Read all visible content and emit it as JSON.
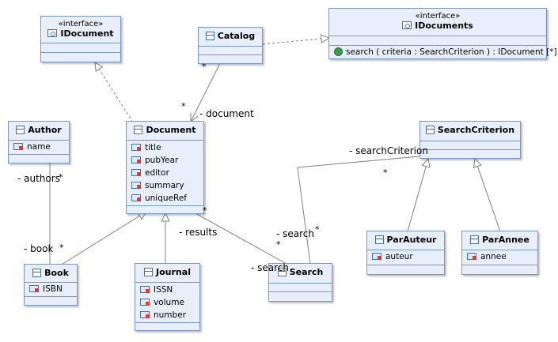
{
  "colors": {
    "class_fill": "#e8eefb",
    "class_border": "#7a98c6",
    "line": "#808080"
  },
  "classes": {
    "idocument": {
      "stereotype": "«interface»",
      "name": "IDocument"
    },
    "catalog": {
      "name": "Catalog"
    },
    "idocuments": {
      "stereotype": "«interface»",
      "name": "IDocuments",
      "operation": "search ( criteria : SearchCriterion ) : IDocument [*]"
    },
    "author": {
      "name": "Author",
      "attributes": [
        "name"
      ]
    },
    "document": {
      "name": "Document",
      "attributes": [
        "title",
        "pubYear",
        "editor",
        "summary",
        "uniqueRef"
      ]
    },
    "search_criterion": {
      "name": "SearchCriterion"
    },
    "book": {
      "name": "Book",
      "attributes": [
        "ISBN"
      ]
    },
    "journal": {
      "name": "Journal",
      "attributes": [
        "ISSN",
        "volume",
        "number"
      ]
    },
    "search": {
      "name": "Search"
    },
    "par_auteur": {
      "name": "ParAuteur",
      "attributes": [
        "auteur"
      ]
    },
    "par_annee": {
      "name": "ParAnnee",
      "attributes": [
        "annee"
      ]
    }
  },
  "labels": {
    "catalog_mult": "*",
    "document_mult": "*",
    "document_role": "- document",
    "authors_role": "- authors",
    "authors_mult": "*",
    "book_role": "- book",
    "book_mult": "*",
    "results_mult": "*",
    "results_role": "- results",
    "search_criterion_role": "- searchCriterion",
    "search_criterion_mult": "*",
    "search_role": "- search",
    "search_mult_a": "*",
    "search_mult_b": "*",
    "search_role_b": "- search"
  }
}
